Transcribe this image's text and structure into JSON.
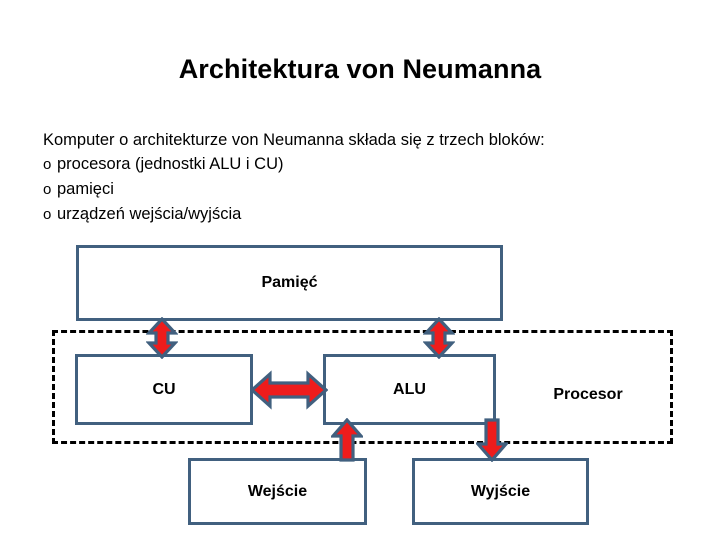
{
  "slide": {
    "title": "Architektura von Neumanna",
    "body": {
      "lead": "Komputer o architekturze von Neumanna składa się z trzech bloków:",
      "bullet_marker": "o",
      "bullets": [
        "procesora (jednostki ALU i CU)",
        "pamięci",
        "urządzeń wejścia/wyjścia"
      ]
    },
    "diagram": {
      "boxes": {
        "memory": "Pamięć",
        "control_unit": "CU",
        "alu": "ALU",
        "input": "Wejście",
        "output": "Wyjście"
      },
      "group_label": "Procesor",
      "arrows": [
        {
          "name": "memory-to-cu",
          "direction": "bidirectional-vertical"
        },
        {
          "name": "memory-to-alu",
          "direction": "bidirectional-vertical"
        },
        {
          "name": "cu-to-alu",
          "direction": "bidirectional-horizontal"
        },
        {
          "name": "input-to-cu",
          "direction": "up"
        },
        {
          "name": "alu-to-output",
          "direction": "down"
        }
      ]
    },
    "colors": {
      "box_border": "#41607F",
      "arrow_fill": "#EE1C1C",
      "arrow_outline": "#41607F",
      "group_border": "#000000",
      "text": "#000000",
      "background": "#FFFFFF"
    }
  }
}
